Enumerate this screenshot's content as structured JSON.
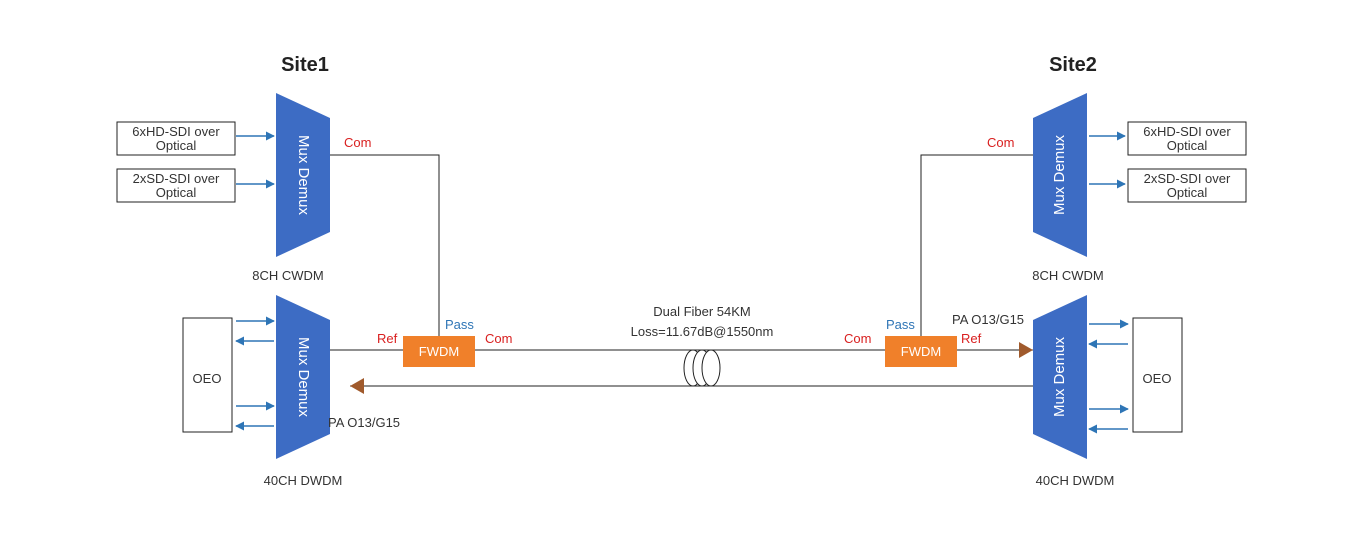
{
  "colors": {
    "mux": "#3d6cc4",
    "fwdm": "#f0802a",
    "arrow": "#2e75b6",
    "amp": "#a05a2c",
    "red_label": "#d92020",
    "blue_label": "#2e75b6",
    "line": "#222222"
  },
  "site1": {
    "title": "Site1",
    "mux_label": "Mux Demux",
    "cwdm_label": "8CH CWDM",
    "dwdm_label": "40CH DWDM",
    "hd_sdi_line1": "6xHD-SDI over",
    "hd_sdi_line2": "Optical",
    "sd_sdi_line1": "2xSD-SDI over",
    "sd_sdi_line2": "Optical",
    "oeo": "OEO",
    "com": "Com",
    "pa": "PA O13/G15"
  },
  "site2": {
    "title": "Site2",
    "mux_label": "Mux Demux",
    "cwdm_label": "8CH CWDM",
    "dwdm_label": "40CH DWDM",
    "hd_sdi_line1": "6xHD-SDI over",
    "hd_sdi_line2": "Optical",
    "sd_sdi_line1": "2xSD-SDI over",
    "sd_sdi_line2": "Optical",
    "oeo": "OEO",
    "com": "Com",
    "pa": "PA O13/G15"
  },
  "fwdm_left": {
    "label": "FWDM",
    "ref": "Ref",
    "pass": "Pass",
    "com": "Com"
  },
  "fwdm_right": {
    "label": "FWDM",
    "ref": "Ref",
    "pass": "Pass",
    "com": "Com"
  },
  "fiber": {
    "line1": "Dual Fiber 54KM",
    "line2": "Loss=11.67dB@1550nm"
  }
}
